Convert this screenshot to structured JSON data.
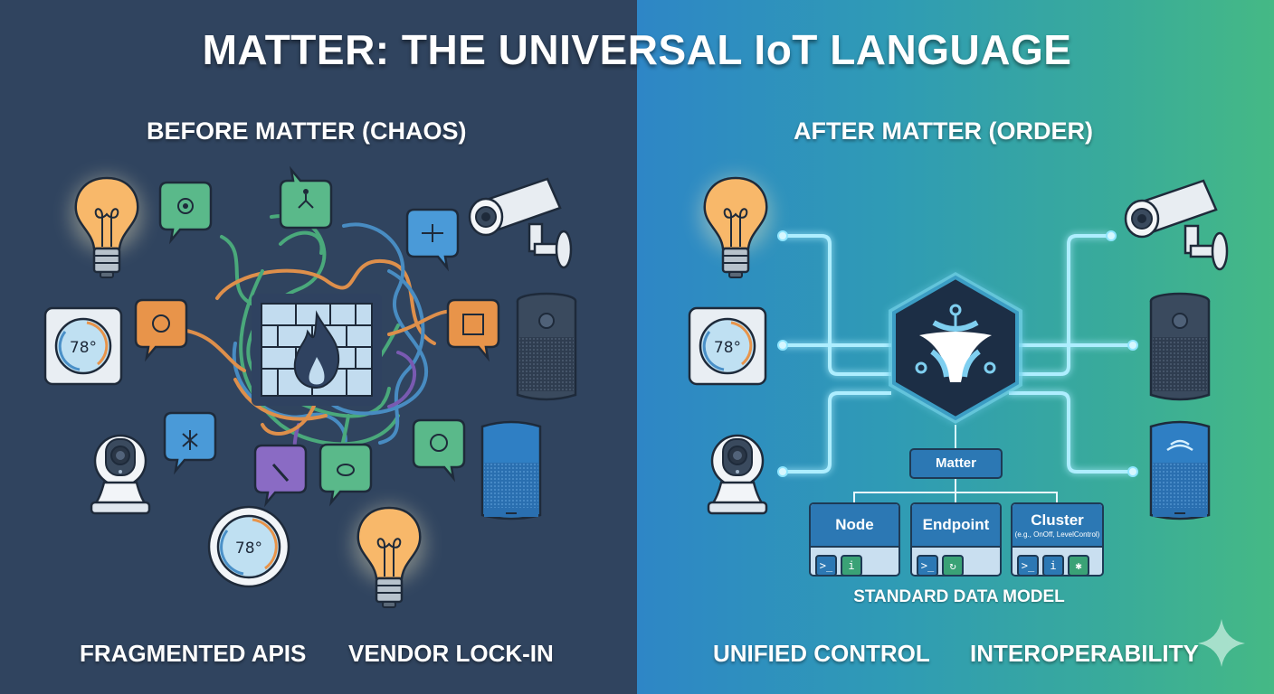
{
  "title": "MATTER: THE UNIVERSAL IoT LANGUAGE",
  "left_panel": {
    "heading": "BEFORE MATTER (CHAOS)",
    "center_icon": "firewall-icon",
    "devices": [
      "light-bulb",
      "security-camera",
      "thermostat",
      "smart-speaker",
      "indoor-camera",
      "smart-speaker-blue",
      "round-thermostat",
      "light-bulb"
    ],
    "thermostat_readings": [
      "78°",
      "78°"
    ],
    "bubble_icons": [
      "gear-icon",
      "hierarchy-icon",
      "plane-icon",
      "gear-icon",
      "code-window-icon",
      "snowflake-icon",
      "wrench-icon",
      "bee-icon",
      "gear-icon"
    ],
    "footer": [
      "FRAGMENTED APIS",
      "VENDOR LOCK-IN"
    ],
    "colors": {
      "background": "#30445f"
    }
  },
  "right_panel": {
    "heading": "AFTER MATTER (ORDER)",
    "hub_icon": "matter-logo-icon",
    "devices": [
      "light-bulb",
      "security-camera",
      "thermostat",
      "smart-speaker",
      "indoor-camera",
      "smart-speaker-blue"
    ],
    "thermostat_reading": "78°",
    "data_model": {
      "root": "Matter",
      "children": [
        {
          "name": "Node",
          "sub": "",
          "icons": [
            "terminal-icon",
            "info-icon"
          ]
        },
        {
          "name": "Endpoint",
          "sub": "",
          "icons": [
            "terminal-icon",
            "refresh-icon"
          ]
        },
        {
          "name": "Cluster",
          "sub": "(e.g., OnOff, LevelControl)",
          "icons": [
            "terminal-icon",
            "info-icon",
            "sparkle-icon"
          ]
        }
      ],
      "caption": "STANDARD DATA MODEL"
    },
    "footer": [
      "UNIFIED CONTROL",
      "INTEROPERABILITY"
    ],
    "colors": {
      "gradient_start": "#2e86c6",
      "gradient_end": "#45b985",
      "line_glow": "#8fe6ff"
    }
  }
}
